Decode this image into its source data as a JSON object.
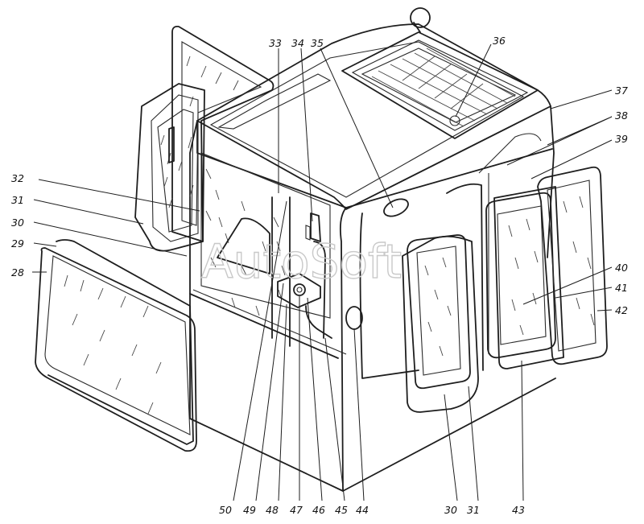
{
  "watermark": "AutoSoft",
  "callouts": [
    {
      "id": "c28",
      "text": "28"
    },
    {
      "id": "c29",
      "text": "29"
    },
    {
      "id": "c30a",
      "text": "30"
    },
    {
      "id": "c31a",
      "text": "31"
    },
    {
      "id": "c32",
      "text": "32"
    },
    {
      "id": "c33",
      "text": "33"
    },
    {
      "id": "c34",
      "text": "34"
    },
    {
      "id": "c35",
      "text": "35"
    },
    {
      "id": "c36",
      "text": "36"
    },
    {
      "id": "c37",
      "text": "37"
    },
    {
      "id": "c38",
      "text": "38"
    },
    {
      "id": "c39",
      "text": "39"
    },
    {
      "id": "c40",
      "text": "40"
    },
    {
      "id": "c41",
      "text": "41"
    },
    {
      "id": "c42",
      "text": "42"
    },
    {
      "id": "c43",
      "text": "43"
    },
    {
      "id": "c30b",
      "text": "30"
    },
    {
      "id": "c31b",
      "text": "31"
    },
    {
      "id": "c44",
      "text": "44"
    },
    {
      "id": "c45",
      "text": "45"
    },
    {
      "id": "c46",
      "text": "46"
    },
    {
      "id": "c47",
      "text": "47"
    },
    {
      "id": "c48",
      "text": "48"
    },
    {
      "id": "c49",
      "text": "49"
    },
    {
      "id": "c50",
      "text": "50"
    }
  ]
}
